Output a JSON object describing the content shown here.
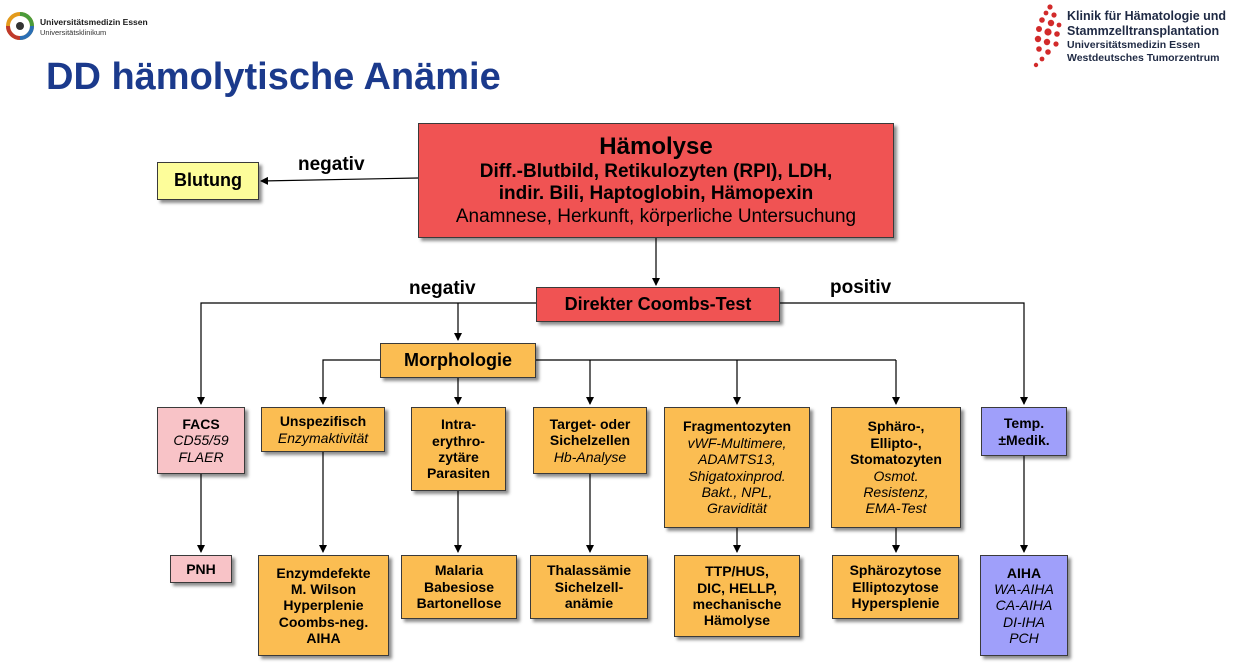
{
  "header": {
    "logo_left": {
      "line1": "Universitätsmedizin Essen",
      "line2": "Universitätsklinikum"
    },
    "logo_right": [
      "Klinik für Hämatologie und",
      "Stammzelltransplantation",
      "Universitätsmedizin Essen",
      "Westdeutsches Tumorzentrum"
    ]
  },
  "slide_title": "DD hämolytische Anämie",
  "colors": {
    "title": "#1b3a8c",
    "red_box": "#f05353",
    "yellow_box": "#fdfd9a",
    "orange_box": "#fbbd52",
    "pink_box": "#f8c3c7",
    "blue_box": "#9f9ffa"
  },
  "labels": {
    "negativ_top": "negativ",
    "negativ_left": "negativ",
    "positiv": "positiv"
  },
  "nodes": {
    "haemolyse": {
      "title": "Hämolyse",
      "line1": "Diff.-Blutbild, Retikulozyten (RPI), LDH,",
      "line2": "indir. Bili, Haptoglobin, Hämopexin",
      "line3": "Anamnese, Herkunft, körperliche Untersuchung"
    },
    "blutung": {
      "title": "Blutung"
    },
    "coombs": {
      "title": "Direkter Coombs-Test"
    },
    "morphologie": {
      "title": "Morphologie"
    },
    "facs": {
      "title": "FACS",
      "line1": "CD55/59",
      "line2": "FLAER"
    },
    "unspezifisch": {
      "title": "Unspezifisch",
      "line1": "Enzymaktivität"
    },
    "intra": {
      "line1": "Intra-",
      "line2": "erythro-",
      "line3": "zytäre",
      "line4": "Parasiten"
    },
    "target": {
      "line1": "Target- oder",
      "line2": "Sichelzellen",
      "line3": "Hb-Analyse"
    },
    "fragmento": {
      "title": "Fragmentozyten",
      "line1": "vWF-Multimere,",
      "line2": "ADAMTS13,",
      "line3": "Shigatoxinprod.",
      "line4": "Bakt., NPL,",
      "line5": "Gravidität"
    },
    "sphaero": {
      "line1": "Sphäro-,",
      "line2": "Ellipto-,",
      "line3": "Stomatozyten",
      "line4": "Osmot.",
      "line5": "Resistenz,",
      "line6": "EMA-Test"
    },
    "temp": {
      "line1": "Temp.",
      "line2": "±Medik."
    },
    "pnh": {
      "title": "PNH"
    },
    "enzym": {
      "line1": "Enzymdefekte",
      "line2": "M. Wilson",
      "line3": "Hyperplenie",
      "line4": "Coombs-neg.",
      "line5": "AIHA"
    },
    "malaria": {
      "line1": "Malaria",
      "line2": "Babesiose",
      "line3": "Bartonellose"
    },
    "thal": {
      "line1": "Thalassämie",
      "line2": "Sichelzell-",
      "line3": "anämie"
    },
    "ttp": {
      "line1": "TTP/HUS,",
      "line2": "DIC, HELLP,",
      "line3": "mechanische",
      "line4": "Hämolyse"
    },
    "sphaerozytose": {
      "line1": "Sphärozytose",
      "line2": "Elliptozytose",
      "line3": "Hypersplenie"
    },
    "aiha": {
      "title": "AIHA",
      "line1": "WA-AIHA",
      "line2": "CA-AIHA",
      "line3": "DI-IHA",
      "line4": "PCH"
    }
  }
}
